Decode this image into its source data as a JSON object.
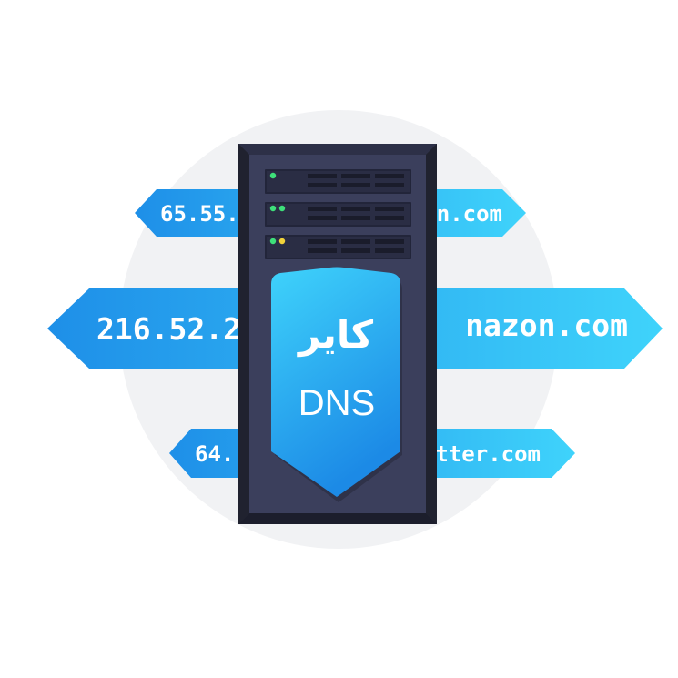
{
  "tags": {
    "top": {
      "left_text": "65.55.",
      "right_text": "n.com"
    },
    "middle": {
      "left_text": "216.52.2",
      "right_text": "nazon.com"
    },
    "bottom": {
      "left_text": "64.",
      "right_text": "tter.com"
    }
  },
  "badge": {
    "line1": "کایر",
    "line2": "DNS"
  },
  "colors": {
    "tag_gradient_start": "#1e8fe8",
    "tag_gradient_end": "#3fd3fb",
    "server_body": "#3b3f5c",
    "server_frame": "#252839",
    "led_green": "#3ee07a",
    "led_yellow": "#f2d33a",
    "circle": "#f1f2f4"
  }
}
